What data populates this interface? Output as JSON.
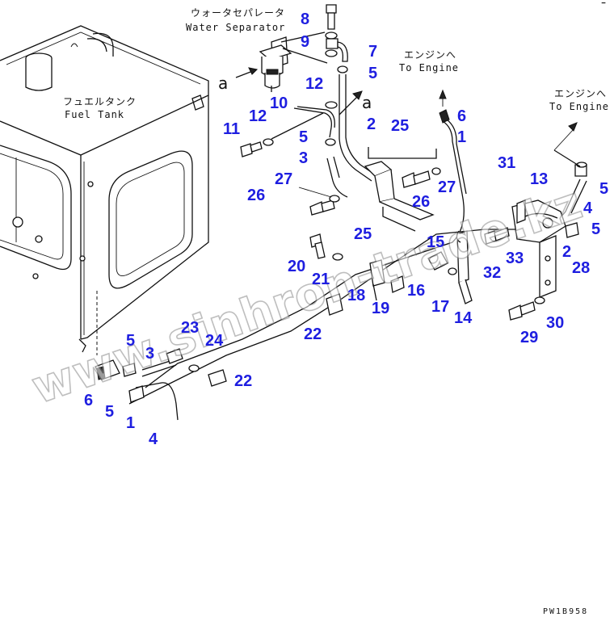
{
  "labels": {
    "water_separator_jp": "ウォータセパレータ",
    "water_separator_en": "Water Separator",
    "fuel_tank_jp": "フュエルタンク",
    "fuel_tank_en": "Fuel Tank",
    "to_engine_jp_1": "エンジンへ",
    "to_engine_en_1": "To Engine",
    "to_engine_jp_2": "エンジンへ",
    "to_engine_en_2": "To Engine",
    "view_a_1": "a",
    "view_a_2": "a"
  },
  "callouts": [
    {
      "n": "8"
    },
    {
      "n": "9"
    },
    {
      "n": "7"
    },
    {
      "n": "5"
    },
    {
      "n": "12"
    },
    {
      "n": "10"
    },
    {
      "n": "12"
    },
    {
      "n": "11"
    },
    {
      "n": "5"
    },
    {
      "n": "2"
    },
    {
      "n": "25"
    },
    {
      "n": "6"
    },
    {
      "n": "1"
    },
    {
      "n": "3"
    },
    {
      "n": "27"
    },
    {
      "n": "26"
    },
    {
      "n": "26"
    },
    {
      "n": "27"
    },
    {
      "n": "31"
    },
    {
      "n": "13"
    },
    {
      "n": "5"
    },
    {
      "n": "4"
    },
    {
      "n": "5"
    },
    {
      "n": "25"
    },
    {
      "n": "15"
    },
    {
      "n": "20"
    },
    {
      "n": "2"
    },
    {
      "n": "33"
    },
    {
      "n": "32"
    },
    {
      "n": "28"
    },
    {
      "n": "21"
    },
    {
      "n": "18"
    },
    {
      "n": "16"
    },
    {
      "n": "17"
    },
    {
      "n": "19"
    },
    {
      "n": "14"
    },
    {
      "n": "22"
    },
    {
      "n": "29"
    },
    {
      "n": "30"
    },
    {
      "n": "23"
    },
    {
      "n": "24"
    },
    {
      "n": "5"
    },
    {
      "n": "3"
    },
    {
      "n": "22"
    },
    {
      "n": "6"
    },
    {
      "n": "5"
    },
    {
      "n": "1"
    },
    {
      "n": "4"
    }
  ],
  "watermark": "www.sinhron-trade.kz",
  "drawing_code": "PW1B958",
  "corner_mark": "ｰ"
}
